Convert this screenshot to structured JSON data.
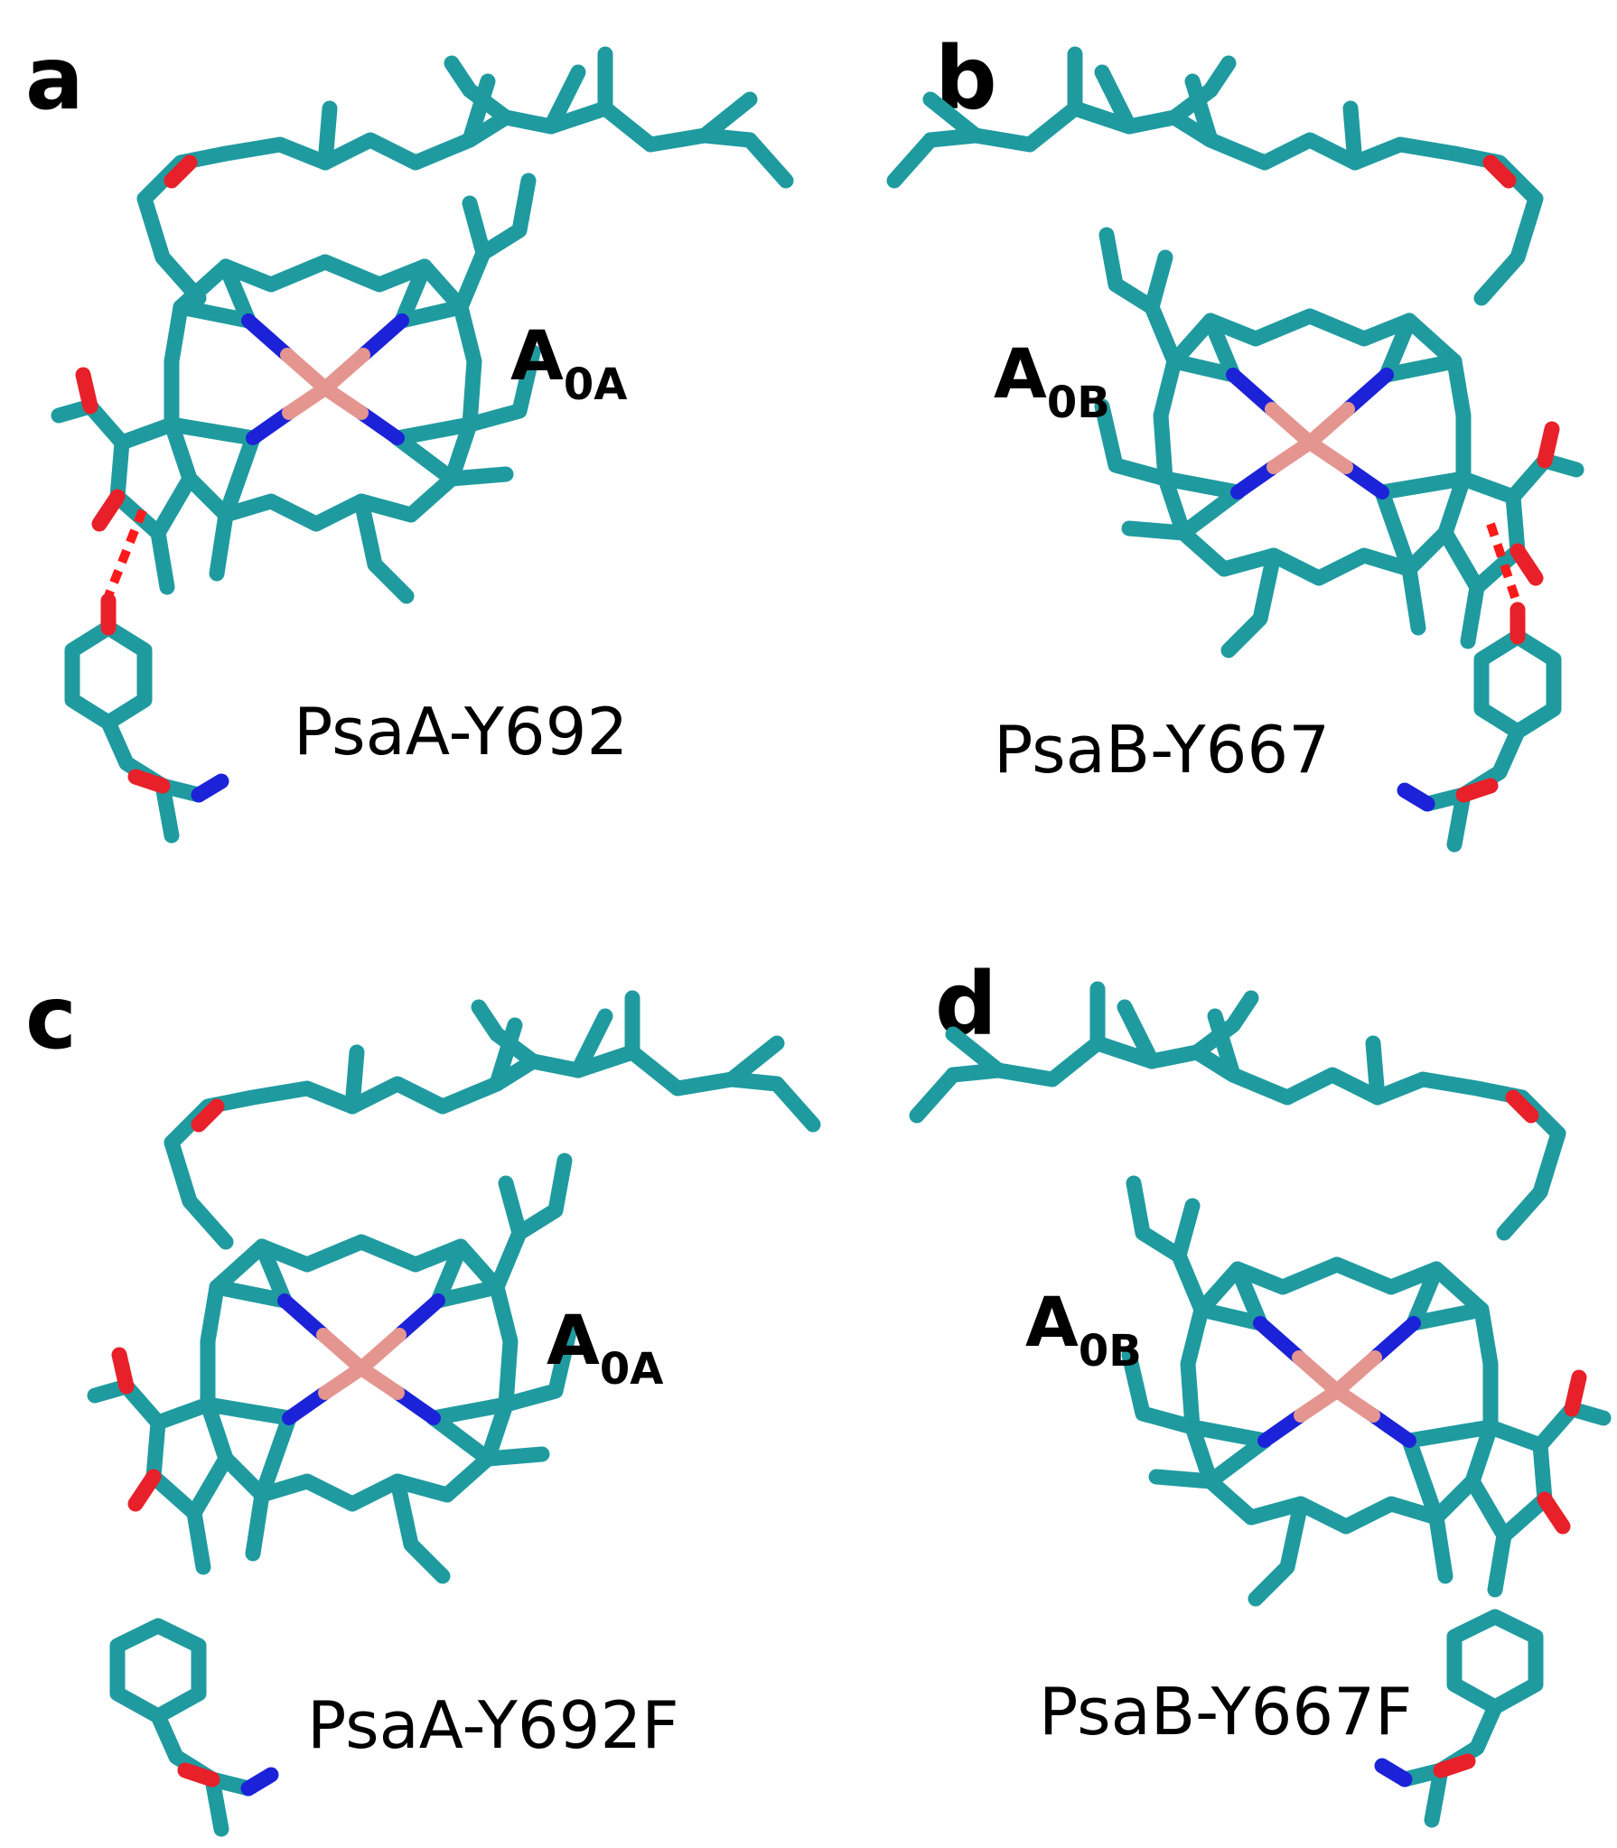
{
  "colors": {
    "carbon": "#1f9ba0",
    "oxygen": "#e8202a",
    "nitrogen": "#1c22d8",
    "metal": "#e59590",
    "hbond": "#ff1a1a"
  },
  "panels": [
    {
      "id": "a",
      "letter": "a",
      "label_main": "A",
      "label_sub": "0A",
      "residue": "PsaA-Y692",
      "hbond": true,
      "residue_type": "tyrosine"
    },
    {
      "id": "b",
      "letter": "b",
      "label_main": "A",
      "label_sub": "0B",
      "residue": "PsaB-Y667",
      "hbond": true,
      "residue_type": "tyrosine"
    },
    {
      "id": "c",
      "letter": "c",
      "label_main": "A",
      "label_sub": "0A",
      "residue": "PsaA-Y692F",
      "hbond": false,
      "residue_type": "phenylalanine"
    },
    {
      "id": "d",
      "letter": "d",
      "label_main": "A",
      "label_sub": "0B",
      "residue": "PsaB-Y667F",
      "hbond": false,
      "residue_type": "phenylalanine"
    }
  ]
}
